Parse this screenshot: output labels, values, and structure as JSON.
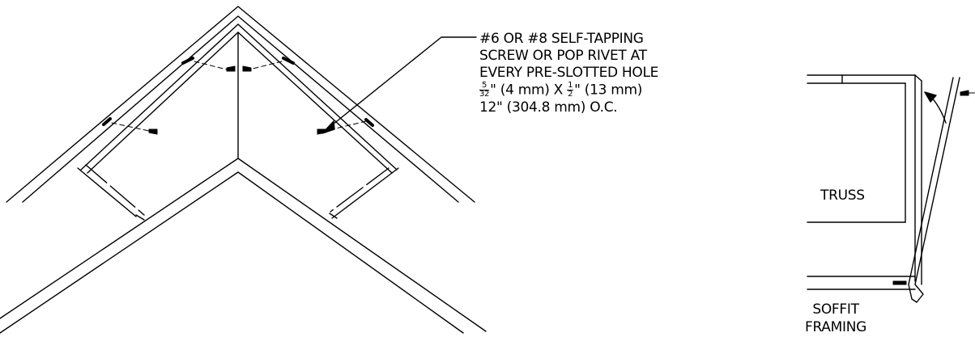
{
  "note": {
    "line1": "#6 OR #8 SELF-TAPPING",
    "line2": "SCREW OR POP RIVET AT",
    "line3": "EVERY PRE-SLOTTED HOLE",
    "frac1_num": "5",
    "frac1_den": "32",
    "line4_a": "\" (4 mm) X ",
    "frac2_num": "1",
    "frac2_den": "2",
    "line4_b": "\" (13 mm)",
    "line5": "12\" (304.8 mm) O.C."
  },
  "labels": {
    "truss": "TRUSS",
    "soffit": "SOFFIT FRAMING"
  },
  "colors": {
    "line": "#000000",
    "background": "#ffffff"
  }
}
